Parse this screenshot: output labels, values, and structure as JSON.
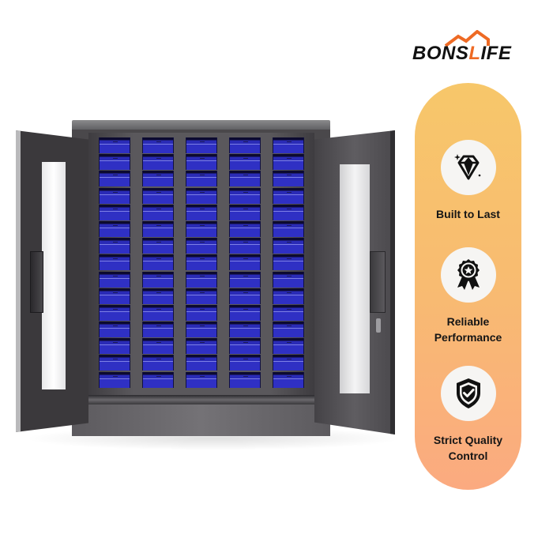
{
  "brand": {
    "logo_text_part1": "BONS",
    "logo_text_accent": "L",
    "logo_text_part2": "IFE",
    "logo_icon": "house-roof-icon",
    "accent_color": "#ee6a24"
  },
  "product": {
    "name": "Metal storage cabinet with glass doors and blue bins",
    "bin_columns": 5,
    "bin_rows": 15,
    "bin_color": "#2f30c4",
    "cabinet_color": "#4a484b"
  },
  "features_panel": {
    "gradient_top": "#f7c76a",
    "gradient_bottom": "#fbaa80",
    "items": [
      {
        "icon": "diamond-icon",
        "label_line1": "Built to Last",
        "label_line2": ""
      },
      {
        "icon": "award-ribbon-icon",
        "label_line1": "Reliable",
        "label_line2": "Performance"
      },
      {
        "icon": "shield-check-icon",
        "label_line1": "Strict Quality",
        "label_line2": "Control"
      }
    ]
  }
}
